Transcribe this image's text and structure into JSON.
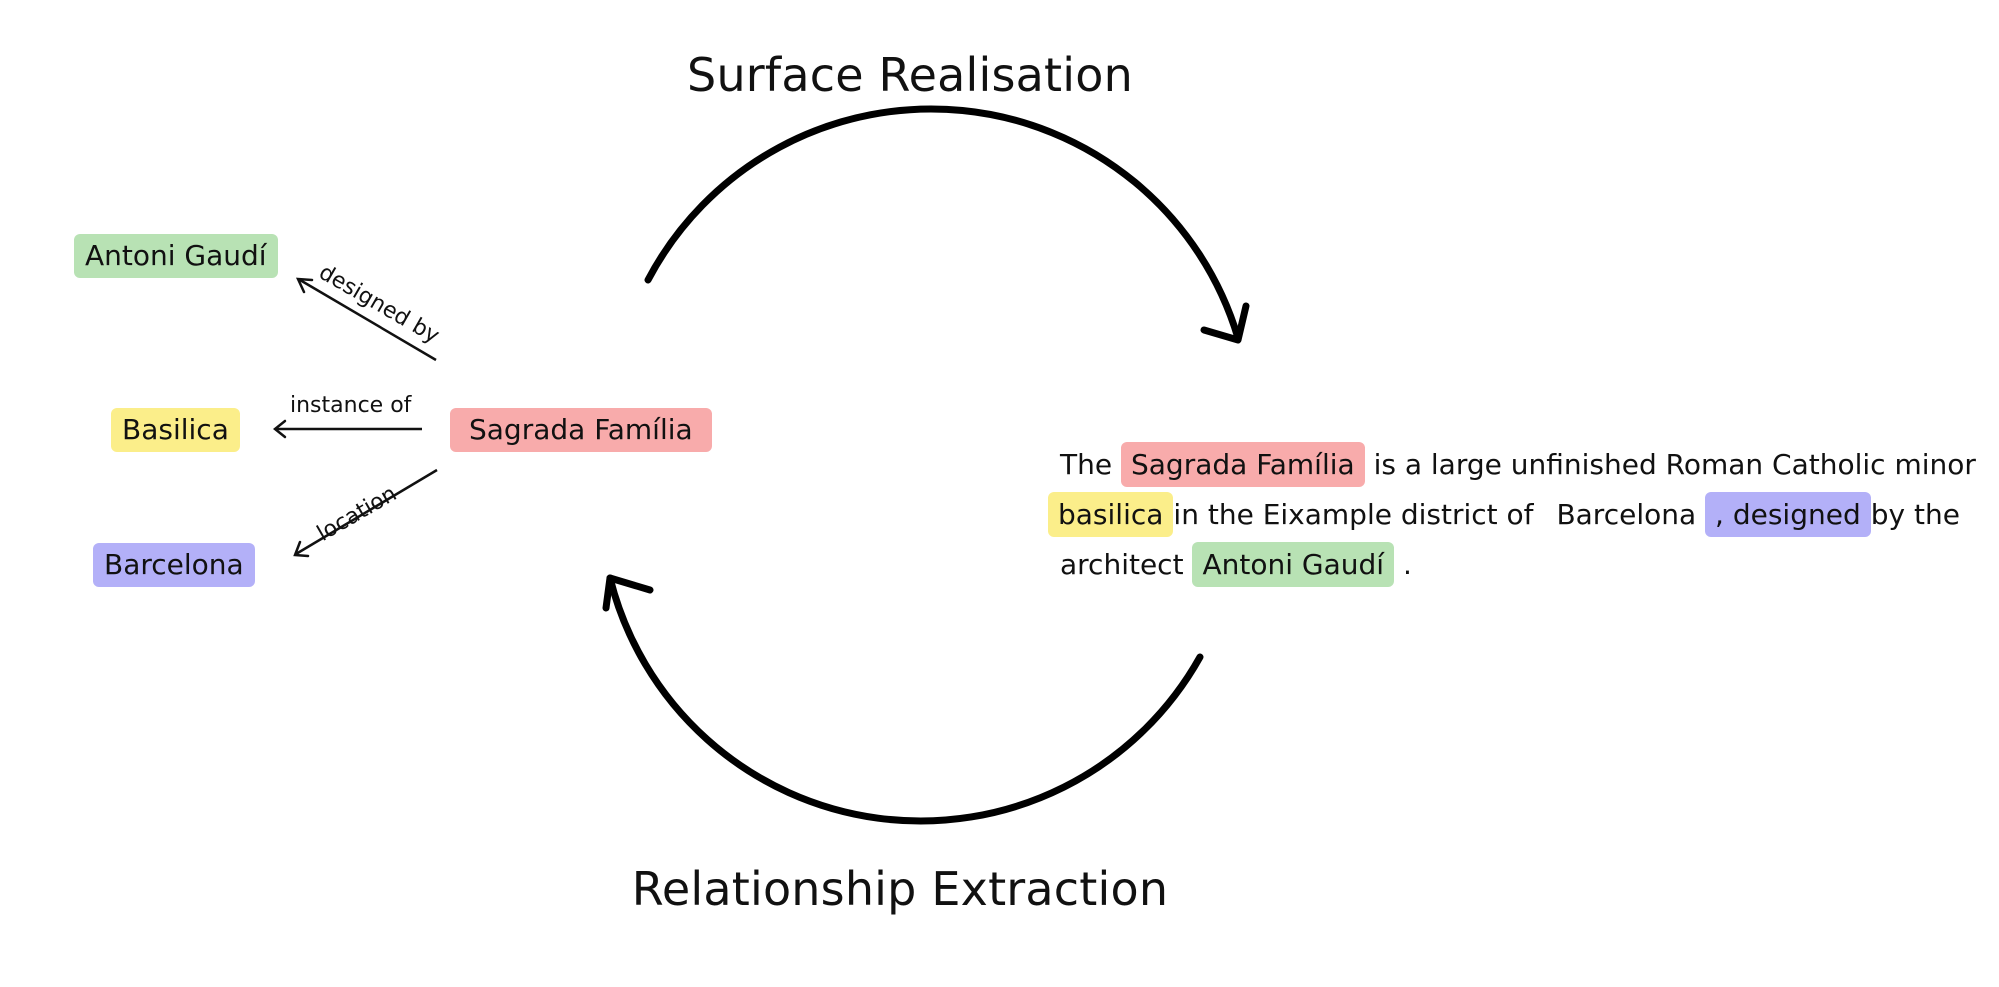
{
  "colors": {
    "green": "#b8e2b4",
    "yellow": "#fbee8a",
    "red": "#f8abab",
    "purple": "#b3b0f8",
    "ink": "#111111"
  },
  "captions": {
    "top": "Surface Realisation",
    "bottom": "Relationship Extraction"
  },
  "graph": {
    "center": "Sagrada Família",
    "nodes": {
      "designer": "Antoni Gaudí",
      "type": "Basilica",
      "location": "Barcelona"
    },
    "edges": {
      "designed_by": "designed by",
      "instance_of": "instance of",
      "location": "location"
    }
  },
  "sentence": {
    "w1": "The",
    "e1": "Sagrada Família",
    "w2": "is a large unfinished Roman Catholic minor",
    "e2": "basilica",
    "w3": "in the Eixample district of",
    "w4": "Barcelona",
    "e3": ", designed",
    "w5": "by the",
    "w6": "architect",
    "e4": "Antoni Gaudí",
    "w7": "."
  },
  "icons": {
    "top_arc": "curved-arrow-clockwise",
    "bottom_arc": "curved-arrow-return",
    "edge_arrow": "thin-left-arrow"
  }
}
